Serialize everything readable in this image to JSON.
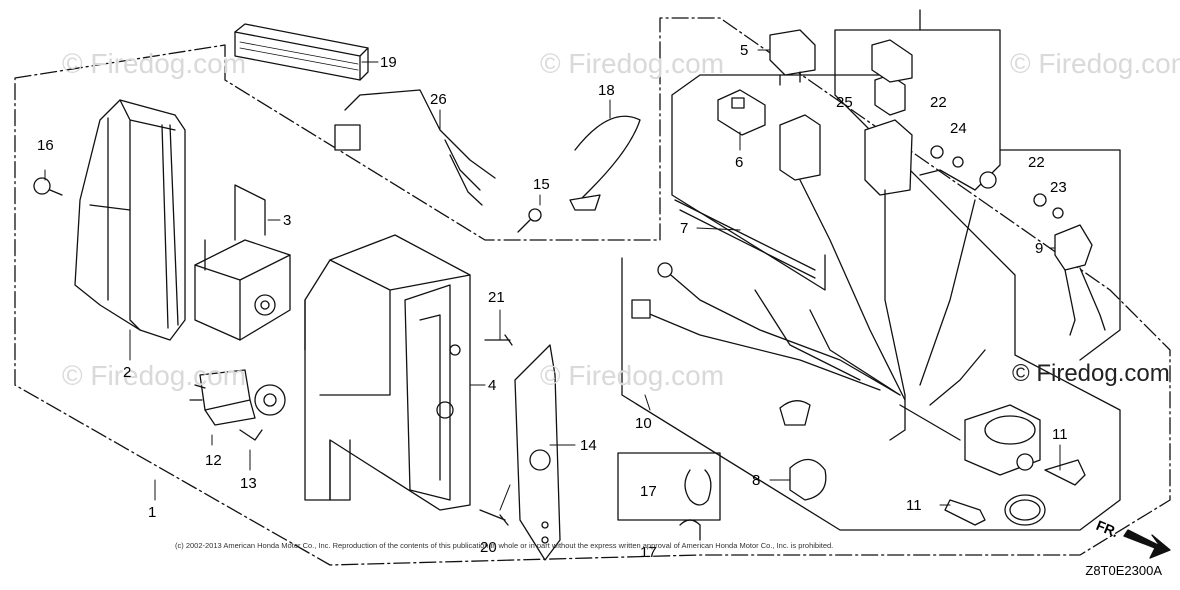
{
  "watermarks": {
    "brand": "© Firedog.com",
    "brand_prominent": "© Firedog.com"
  },
  "callouts": [
    {
      "id": "c1",
      "text": "1"
    },
    {
      "id": "c2",
      "text": "2"
    },
    {
      "id": "c3",
      "text": "3"
    },
    {
      "id": "c4",
      "text": "4"
    },
    {
      "id": "c5",
      "text": "5"
    },
    {
      "id": "c6",
      "text": "6"
    },
    {
      "id": "c7",
      "text": "7"
    },
    {
      "id": "c8",
      "text": "8"
    },
    {
      "id": "c9",
      "text": "9"
    },
    {
      "id": "c10",
      "text": "10"
    },
    {
      "id": "c11a",
      "text": "11"
    },
    {
      "id": "c11b",
      "text": "11"
    },
    {
      "id": "c12",
      "text": "12"
    },
    {
      "id": "c13",
      "text": "13"
    },
    {
      "id": "c14",
      "text": "14"
    },
    {
      "id": "c15",
      "text": "15"
    },
    {
      "id": "c16",
      "text": "16"
    },
    {
      "id": "c17a",
      "text": "17"
    },
    {
      "id": "c17b",
      "text": "17"
    },
    {
      "id": "c18",
      "text": "18"
    },
    {
      "id": "c19",
      "text": "19"
    },
    {
      "id": "c20",
      "text": "20"
    },
    {
      "id": "c21",
      "text": "21"
    },
    {
      "id": "c22a",
      "text": "22"
    },
    {
      "id": "c22b",
      "text": "22"
    },
    {
      "id": "c23",
      "text": "23"
    },
    {
      "id": "c24",
      "text": "24"
    },
    {
      "id": "c25",
      "text": "25"
    },
    {
      "id": "c26",
      "text": "26"
    }
  ],
  "copyright": "(c) 2002-2013 American Honda Motor Co., Inc. Reproduction of the contents of this publication in whole or in part without the express written approval of American Honda Motor Co., Inc. is prohibited.",
  "diagram_code": "Z8T0E2300A",
  "direction_label": "FR.",
  "colors": {
    "line": "#111111",
    "watermark": "#d9d9d9",
    "paper": "#ffffff"
  }
}
